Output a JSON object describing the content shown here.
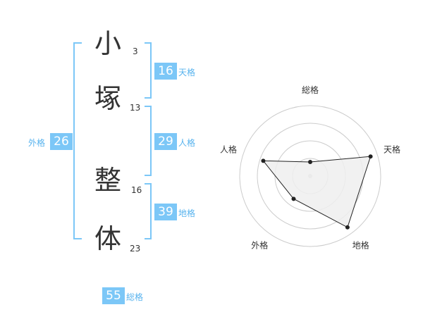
{
  "name": {
    "chars": [
      {
        "char": "小",
        "strokes": "3"
      },
      {
        "char": "塚",
        "strokes": "13"
      },
      {
        "char": "整",
        "strokes": "16"
      },
      {
        "char": "体",
        "strokes": "23"
      }
    ]
  },
  "fortunes": {
    "tenkaku": {
      "label": "天格",
      "value": "16"
    },
    "jinkaku": {
      "label": "人格",
      "value": "29"
    },
    "chikaku": {
      "label": "地格",
      "value": "39"
    },
    "gaikaku": {
      "label": "外格",
      "value": "26"
    },
    "soukaku": {
      "label": "総格",
      "value": "55"
    }
  },
  "colors": {
    "accent": "#7cc7f7",
    "accent_text": "#58b3ee",
    "text": "#333333",
    "radar_fill": "#eeeeee",
    "radar_ring": "#cccccc"
  },
  "chart_data": {
    "type": "radar",
    "axes": [
      "総格",
      "天格",
      "地格",
      "外格",
      "人格"
    ],
    "values": [
      1.0,
      4.5,
      4.5,
      2.0,
      3.5
    ],
    "rings": 4,
    "max": 5
  }
}
